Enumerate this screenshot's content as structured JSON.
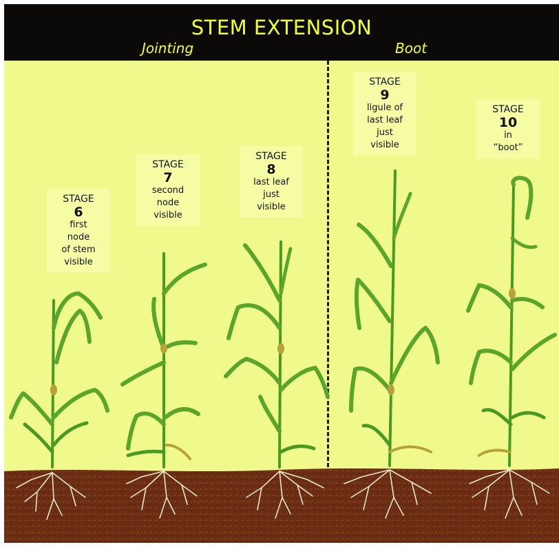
{
  "header": {
    "title": "STEM EXTENSION",
    "left_subtitle": "Jointing",
    "right_subtitle": "Boot"
  },
  "stages": [
    {
      "heading": "STAGE",
      "number": "6",
      "description": "first\nnode\nof stem\nvisible"
    },
    {
      "heading": "STAGE",
      "number": "7",
      "description": "second\nnode\nvisible"
    },
    {
      "heading": "STAGE",
      "number": "8",
      "description": "last leaf\njust\nvisible"
    },
    {
      "heading": "STAGE",
      "number": "9",
      "description": "ligule of\nlast leaf\njust\nvisible"
    },
    {
      "heading": "STAGE",
      "number": "10",
      "description": "in\n“boot”"
    }
  ],
  "colors": {
    "background": "#f0fa8c",
    "header": "#0c0a08",
    "title_text": "#f4ff2e",
    "soil": "#6b2e12",
    "leaf": "#5aa52a",
    "root": "#e8e2c8"
  }
}
